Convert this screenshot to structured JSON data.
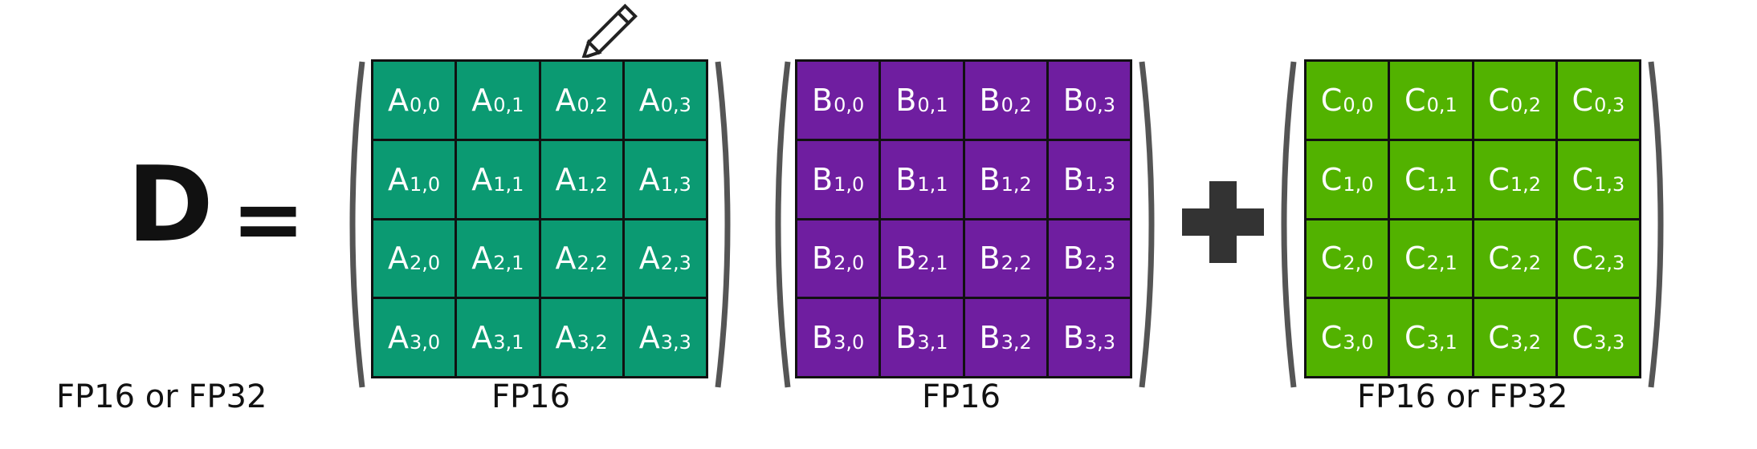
{
  "equation": {
    "lhs": "D",
    "equals": "=",
    "plus": "+"
  },
  "labels": {
    "d": "FP16 or FP32",
    "a": "FP16",
    "b": "FP16",
    "c": "FP16 or FP32"
  },
  "colors": {
    "matrix_a": "#0b9a72",
    "matrix_b": "#6f1ea0",
    "matrix_c": "#52b200",
    "plus": "#333333"
  },
  "matrices": {
    "A": {
      "cells": [
        [
          [
            "A",
            "0,0"
          ],
          [
            "A",
            "0,1"
          ],
          [
            "A",
            "0,2"
          ],
          [
            "A",
            "0,3"
          ]
        ],
        [
          [
            "A",
            "1,0"
          ],
          [
            "A",
            "1,1"
          ],
          [
            "A",
            "1,2"
          ],
          [
            "A",
            "1,3"
          ]
        ],
        [
          [
            "A",
            "2,0"
          ],
          [
            "A",
            "2,1"
          ],
          [
            "A",
            "2,2"
          ],
          [
            "A",
            "2,3"
          ]
        ],
        [
          [
            "A",
            "3,0"
          ],
          [
            "A",
            "3,1"
          ],
          [
            "A",
            "3,2"
          ],
          [
            "A",
            "3,3"
          ]
        ]
      ]
    },
    "B": {
      "cells": [
        [
          [
            "B",
            "0,0"
          ],
          [
            "B",
            "0,1"
          ],
          [
            "B",
            "0,2"
          ],
          [
            "B",
            "0,3"
          ]
        ],
        [
          [
            "B",
            "1,0"
          ],
          [
            "B",
            "1,1"
          ],
          [
            "B",
            "1,2"
          ],
          [
            "B",
            "1,3"
          ]
        ],
        [
          [
            "B",
            "2,0"
          ],
          [
            "B",
            "2,1"
          ],
          [
            "B",
            "2,2"
          ],
          [
            "B",
            "2,3"
          ]
        ],
        [
          [
            "B",
            "3,0"
          ],
          [
            "B",
            "3,1"
          ],
          [
            "B",
            "3,2"
          ],
          [
            "B",
            "3,3"
          ]
        ]
      ]
    },
    "C": {
      "cells": [
        [
          [
            "C",
            "0,0"
          ],
          [
            "C",
            "0,1"
          ],
          [
            "C",
            "0,2"
          ],
          [
            "C",
            "0,3"
          ]
        ],
        [
          [
            "C",
            "1,0"
          ],
          [
            "C",
            "1,1"
          ],
          [
            "C",
            "1,2"
          ],
          [
            "C",
            "1,3"
          ]
        ],
        [
          [
            "C",
            "2,0"
          ],
          [
            "C",
            "2,1"
          ],
          [
            "C",
            "2,2"
          ],
          [
            "C",
            "2,3"
          ]
        ],
        [
          [
            "C",
            "3,0"
          ],
          [
            "C",
            "3,1"
          ],
          [
            "C",
            "3,2"
          ],
          [
            "C",
            "3,3"
          ]
        ]
      ]
    }
  },
  "icons": {
    "pen": "pen-cursor-icon"
  }
}
